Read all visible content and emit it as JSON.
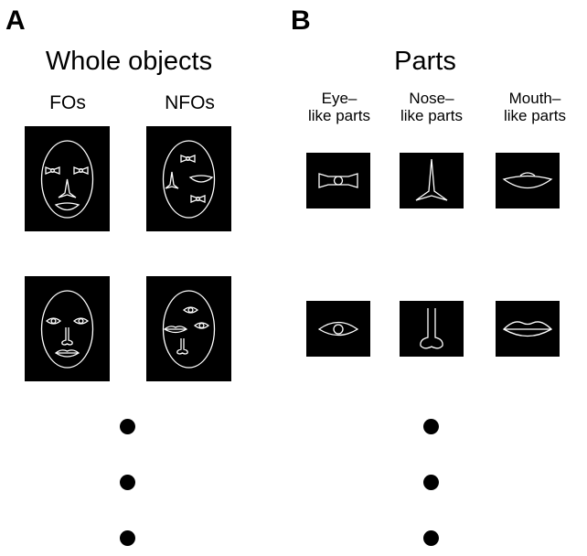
{
  "panel_a": {
    "letter": "A",
    "title": "Whole objects",
    "columns": [
      {
        "label": "FOs"
      },
      {
        "label": "NFOs"
      }
    ],
    "stimuli": [
      {
        "name": "fo-face-bowtie-eyes",
        "icon": "face-stimulus-icon"
      },
      {
        "name": "nfo-face-bowtie-scrambled",
        "icon": "scrambled-face-stimulus-icon"
      },
      {
        "name": "fo-face-natural-eyes",
        "icon": "face-stimulus-icon"
      },
      {
        "name": "nfo-face-natural-scrambled",
        "icon": "scrambled-face-stimulus-icon"
      }
    ]
  },
  "panel_b": {
    "letter": "B",
    "title": "Parts",
    "columns": [
      {
        "line1": "Eye–",
        "line2": "like parts"
      },
      {
        "line1": "Nose–",
        "line2": "like parts"
      },
      {
        "line1": "Mouth–",
        "line2": "like parts"
      }
    ],
    "stimuli": [
      {
        "name": "bowtie-eye-part",
        "icon": "eye-part-icon"
      },
      {
        "name": "spike-nose-part",
        "icon": "nose-part-icon"
      },
      {
        "name": "bowl-mouth-part",
        "icon": "mouth-part-icon"
      },
      {
        "name": "natural-eye-part",
        "icon": "eye-part-icon"
      },
      {
        "name": "natural-nose-part",
        "icon": "nose-part-icon"
      },
      {
        "name": "lips-mouth-part",
        "icon": "mouth-part-icon"
      }
    ]
  },
  "continuation": {
    "icon": "vertical-ellipsis-icon",
    "dots_per_column": 3
  }
}
